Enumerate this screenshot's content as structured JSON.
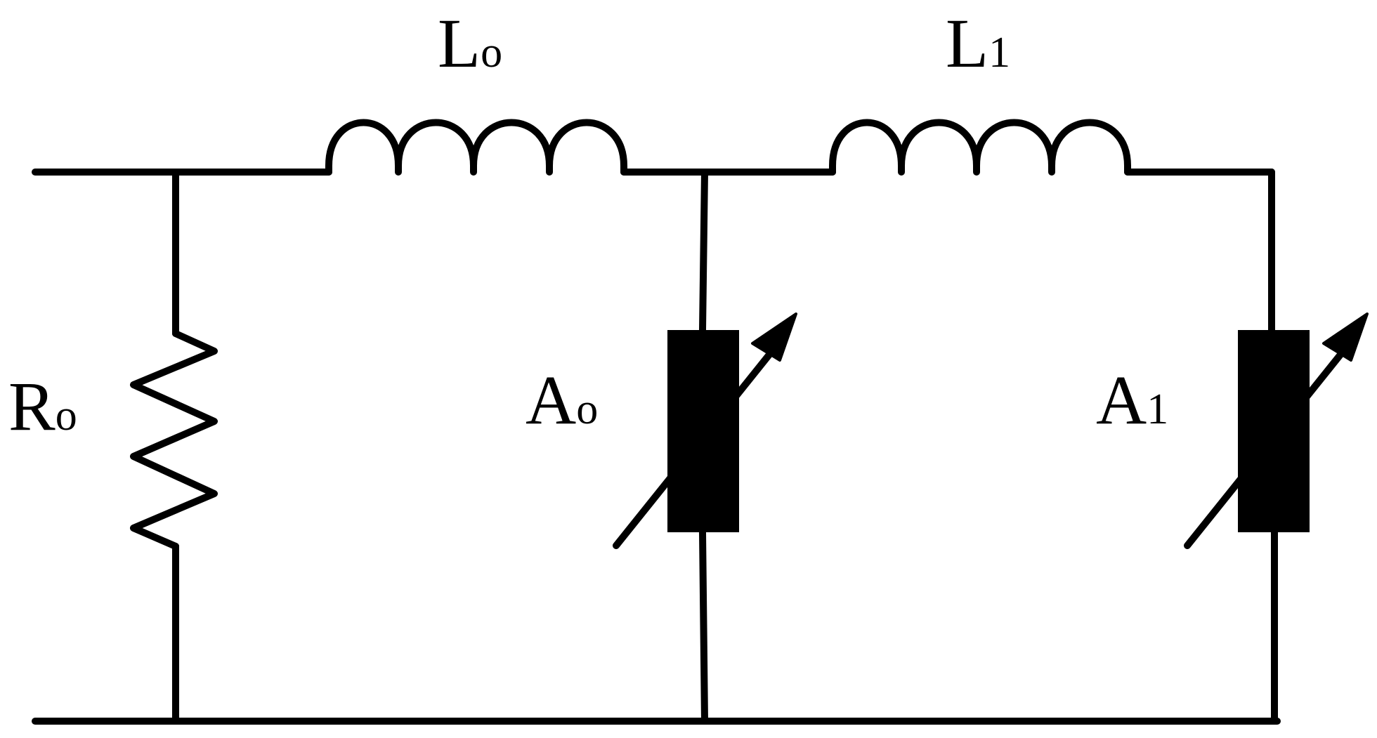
{
  "colors": {
    "ink": "#000000",
    "background": "#ffffff"
  },
  "labels": {
    "r0": {
      "main": "R",
      "sub": "o"
    },
    "l0": {
      "main": "L",
      "sub": "o"
    },
    "l1": {
      "main": "L",
      "sub": "1"
    },
    "a0": {
      "main": "A",
      "sub": "o"
    },
    "a1": {
      "main": "A",
      "sub": "1"
    }
  },
  "components": {
    "resistor": "resistor-icon",
    "inductor": "inductor-icon",
    "variable_element": "variable-element-icon"
  }
}
